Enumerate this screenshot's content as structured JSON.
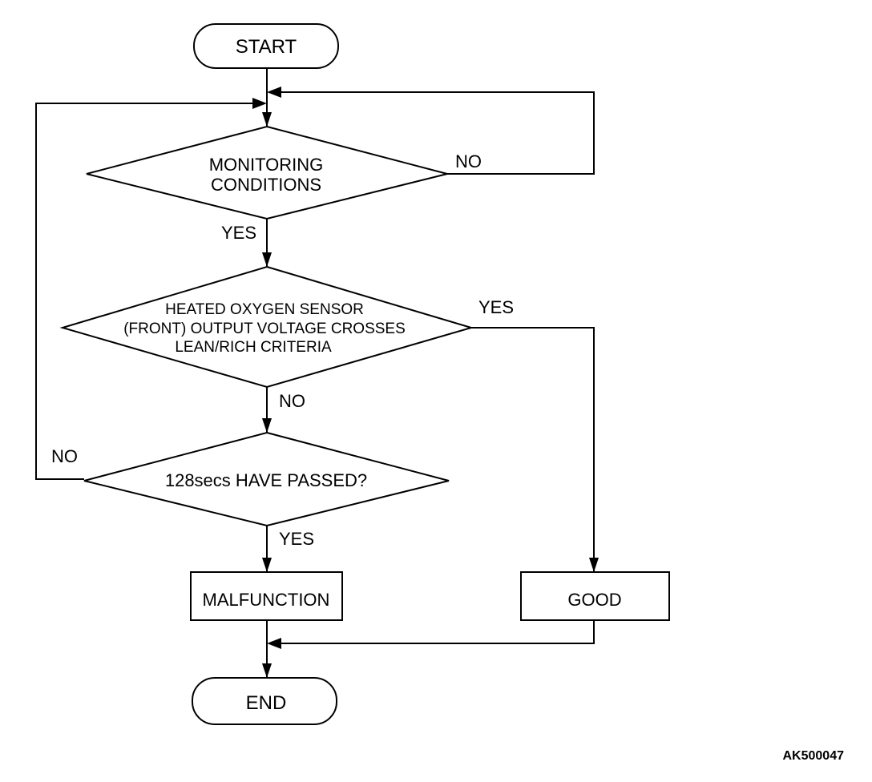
{
  "flowchart": {
    "start": "START",
    "decision_monitoring": [
      "MONITORING",
      "CONDITIONS"
    ],
    "decision_sensor": [
      "HEATED OXYGEN SENSOR",
      "(FRONT) OUTPUT VOLTAGE CROSSES",
      "LEAN/RICH CRITERIA"
    ],
    "decision_time": "128secs HAVE PASSED?",
    "malfunction": "MALFUNCTION",
    "good": "GOOD",
    "end": "END",
    "labels": {
      "monitoring_no": "NO",
      "monitoring_yes": "YES",
      "sensor_yes": "YES",
      "sensor_no": "NO",
      "time_no": "NO",
      "time_yes": "YES"
    }
  },
  "figure_id": "AK500047",
  "colors": {
    "line": "#000000",
    "background": "#ffffff"
  }
}
